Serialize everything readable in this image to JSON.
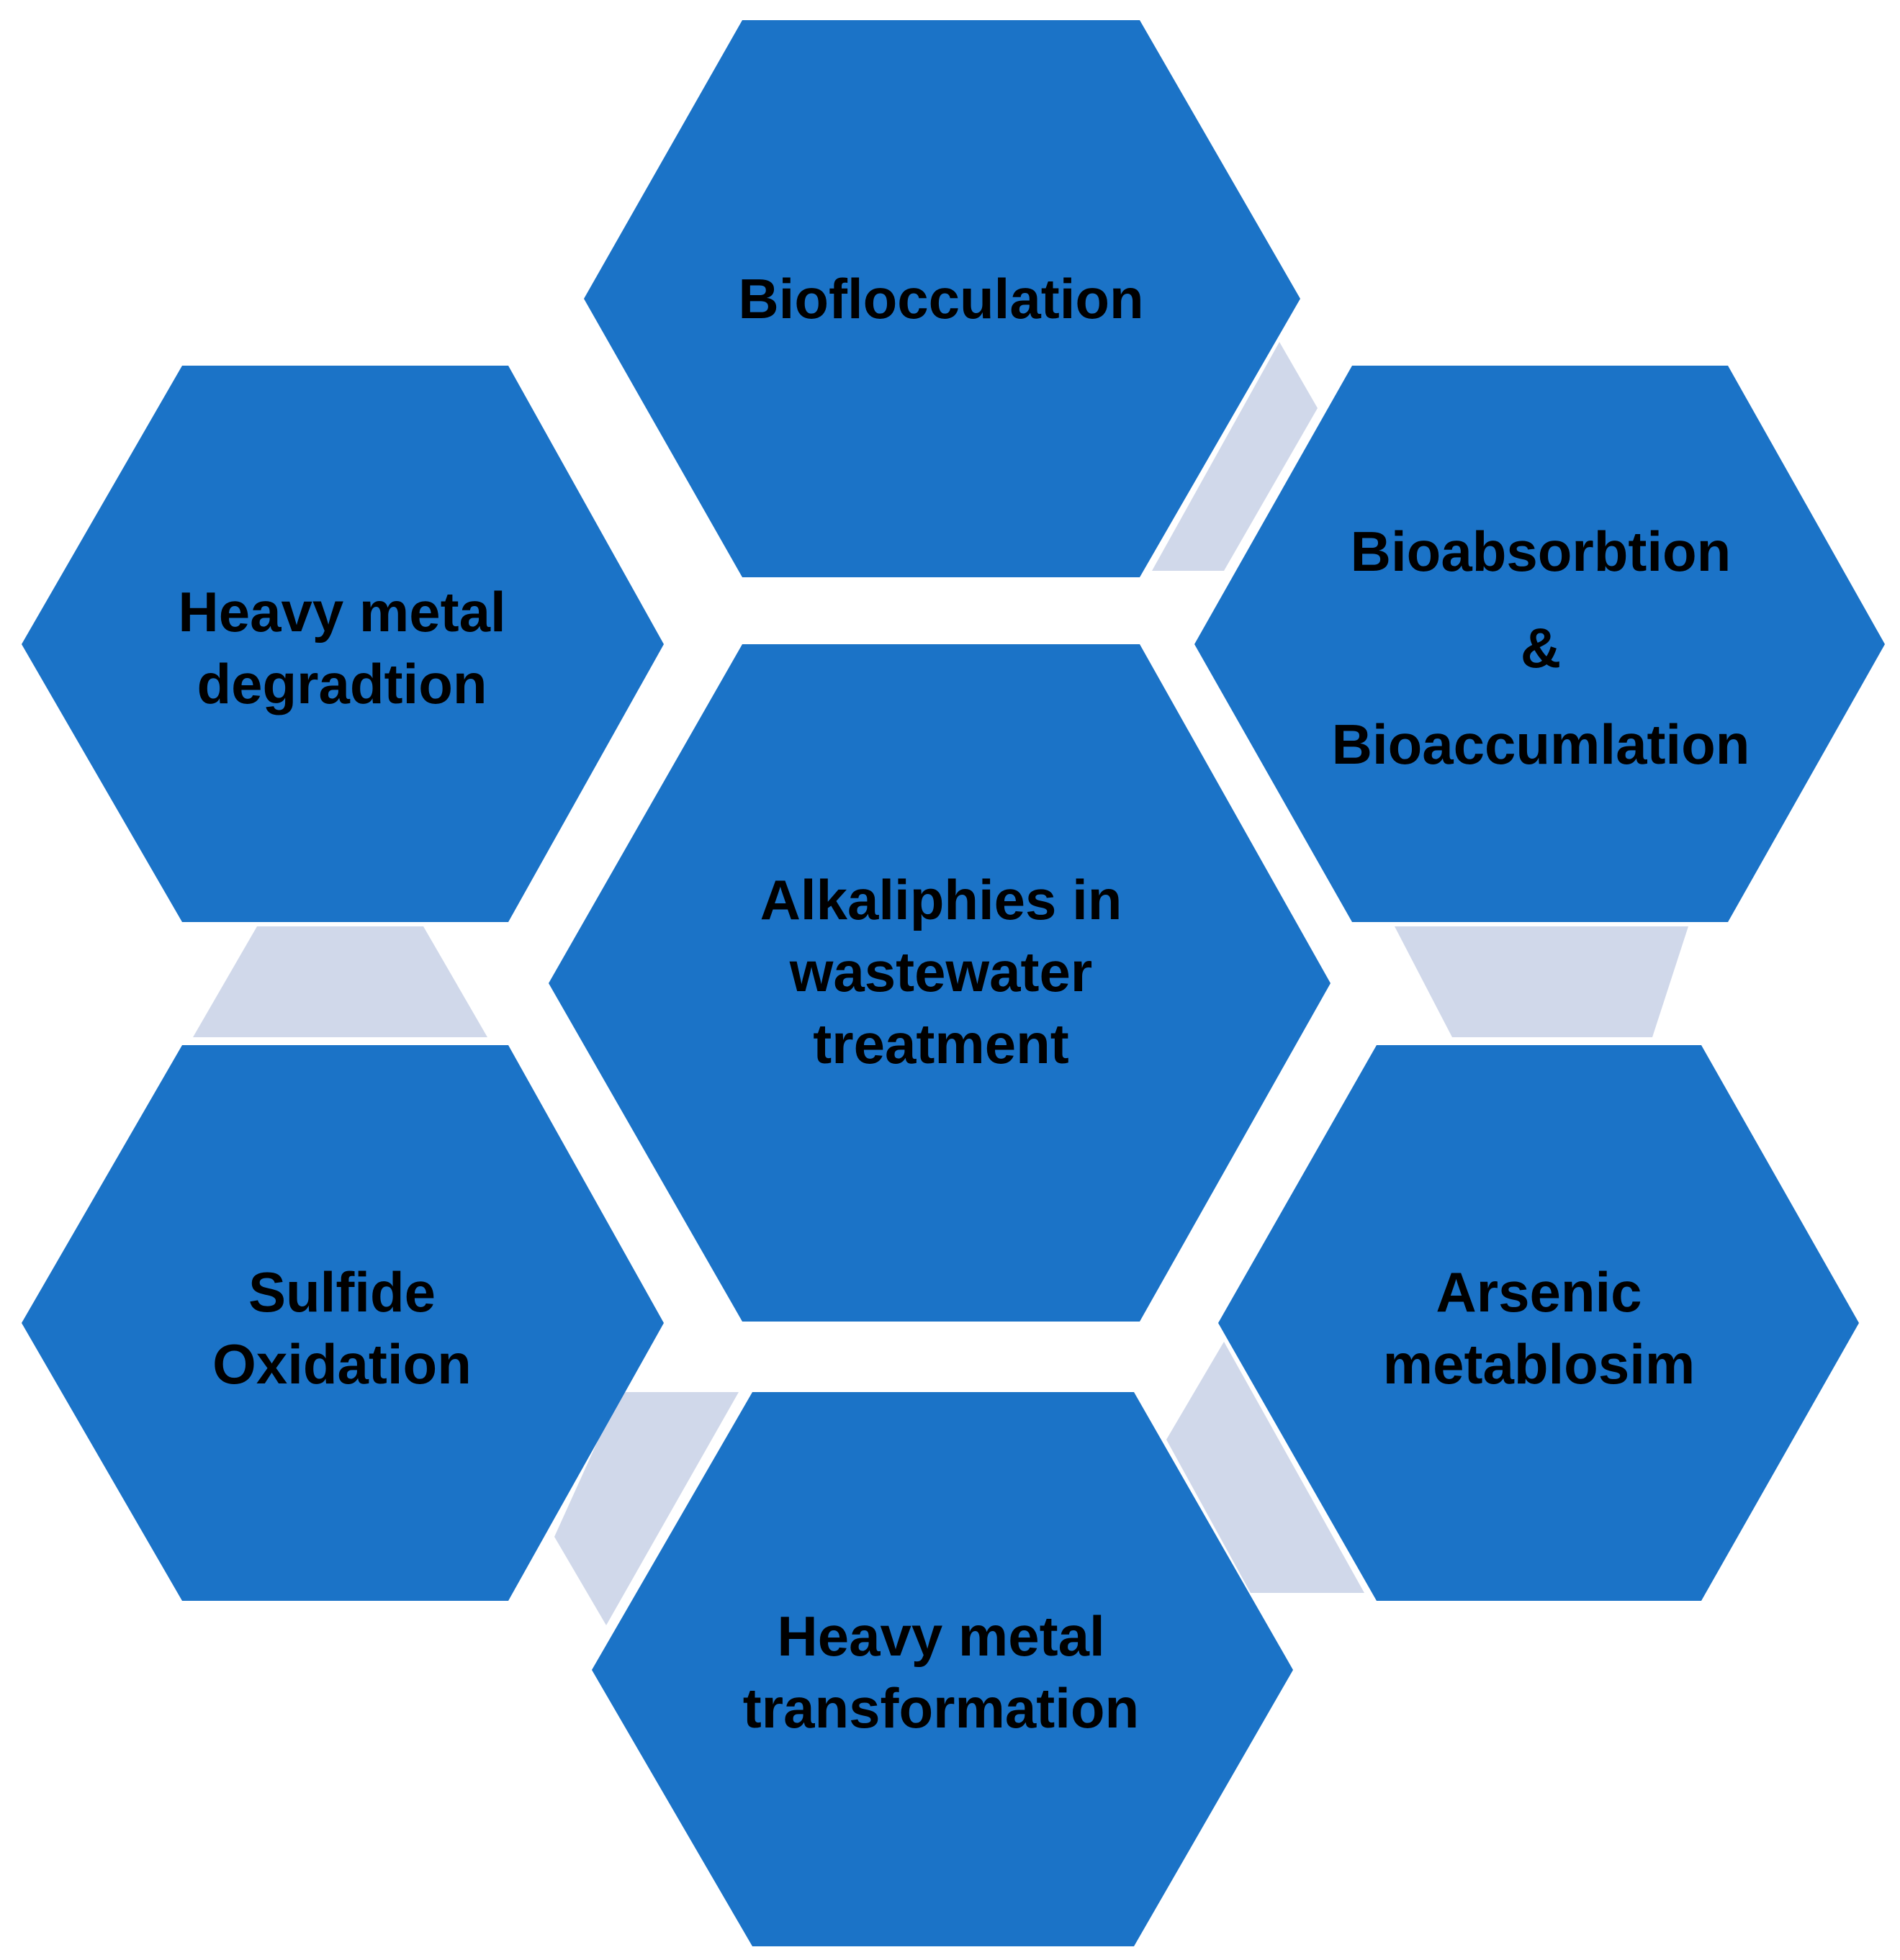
{
  "colors": {
    "hexagon_fill": "#1B73C7",
    "connector_fill": "#D0D8EA",
    "text": "#000000",
    "background": "#FFFFFF"
  },
  "center": {
    "lines": [
      "Alkaliphies in",
      "wastewater",
      "treatment"
    ]
  },
  "nodes": [
    {
      "id": "bioflocculation",
      "lines": [
        "Bioflocculation"
      ]
    },
    {
      "id": "bioabsorbtion",
      "lines": [
        "Bioabsorbtion",
        "&",
        "Bioaccumlation"
      ]
    },
    {
      "id": "arsenic",
      "lines": [
        "Arsenic",
        "metablosim"
      ]
    },
    {
      "id": "heavy-metal-transformation",
      "lines": [
        "Heavy metal",
        "transformation"
      ]
    },
    {
      "id": "sulfide-oxidation",
      "lines": [
        "Sulfide",
        "Oxidation"
      ]
    },
    {
      "id": "heavy-metal-degradation",
      "lines": [
        "Heavy metal",
        "degradtion"
      ]
    }
  ]
}
